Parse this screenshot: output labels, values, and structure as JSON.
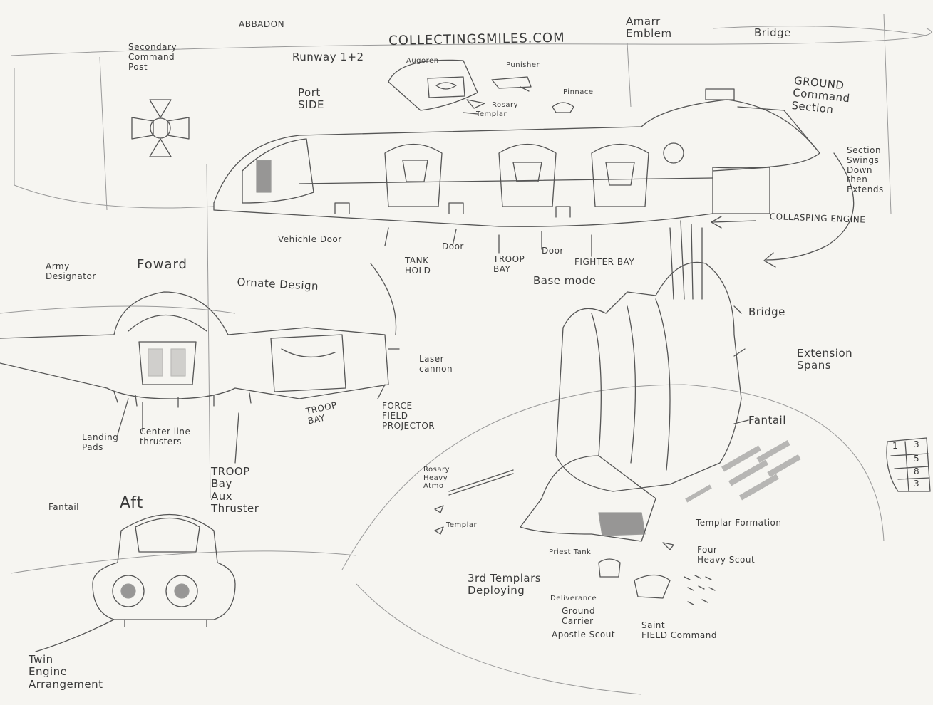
{
  "labels": {
    "abbadon": "ABBADON",
    "url": "COLLECTINGSMILES.COM",
    "amarr_emblem": "Amarr\nEmblem",
    "bridge_top": "Bridge",
    "secondary_command": "Secondary\nCommand\nPost",
    "runway": "Runway 1+2",
    "augoren": "Augoren",
    "punisher": "Punisher",
    "pinnace": "Pinnace",
    "rosary": "Rosary",
    "templar_top": "Templar",
    "port_side": "Port\nSIDE",
    "ground_command": "GROUND\nCommand\nSection",
    "section_swings": "Section\nSwings\nDown\nthen\nExtends",
    "collapsing_engine": "COLLASPING ENGINE",
    "vehicle_door": "Vehichle Door",
    "tank_hold": "TANK\nHOLD",
    "door1": "Door",
    "troop_bay_top": "TROOP\nBAY",
    "door2": "Door",
    "fighter_bay": "FIGHTER BAY",
    "base_mode": "Base mode",
    "army_designator": "Army\nDesignator",
    "foward": "Foward",
    "ornate_design": "Ornate Design",
    "laser_cannon": "Laser\ncannon",
    "troop_bay_mid": "TROOP\nBAY",
    "force_field": "FORCE\nFIELD\nPROJECTOR",
    "landing_pads": "Landing\nPads",
    "centerline_thrusters": "Center line\nthrusters",
    "troop_bay_aux": "TROOP\nBay\nAux\nThruster",
    "aft": "Aft",
    "fantail_left": "Fantail",
    "twin_engine": "Twin\nEngine\nArrangement",
    "bridge_right": "Bridge",
    "extension_spans": "Extension\nSpans",
    "fantail_right": "Fantail",
    "rosary_heavy": "Rosary\nHeavy\nAtmo",
    "templar_mid": "Templar",
    "templar_formation": "Templar Formation",
    "priest_tank": "Priest Tank",
    "four_heavy_scout": "Four\nHeavy Scout",
    "third_templars": "3rd Templars\nDeploying",
    "deliverance": "Deliverance",
    "ground_carrier": "Ground\nCarrier",
    "apostle_scout": "Apostle Scout",
    "saint_field": "Saint\nFIELD Command"
  },
  "dice_numbers": [
    "1",
    "3",
    "5",
    "8",
    "3"
  ]
}
